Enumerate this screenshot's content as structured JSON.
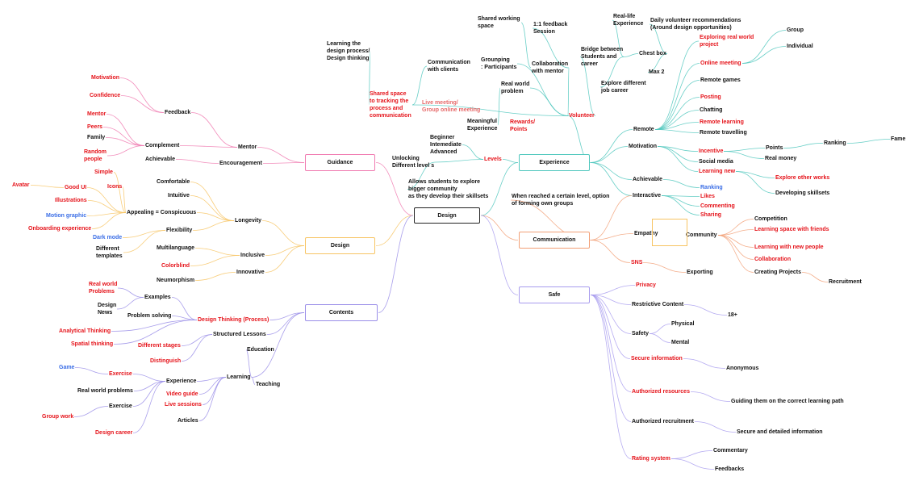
{
  "colors": {
    "default": "#111111",
    "red": "#e5131a",
    "blue": "#3b6ee6",
    "pink": "#e66a6a",
    "guidance": "#f07ab0",
    "design": "#f7c463",
    "contents": "#9a8ee8",
    "experience": "#4fc7bd",
    "communication": "#f2a077",
    "safe": "#a89cee",
    "root": "#222222"
  },
  "root": {
    "label": "Design"
  },
  "branches": [
    {
      "id": "guidance",
      "label": "Guidance"
    },
    {
      "id": "design",
      "label": "Design"
    },
    {
      "id": "contents",
      "label": "Contents"
    },
    {
      "id": "experience",
      "label": "Experience"
    },
    {
      "id": "communication",
      "label": "Communication"
    },
    {
      "id": "safe",
      "label": "Safe"
    }
  ],
  "labels": [
    {
      "id": "motivation_g",
      "text": "Motivation",
      "c": "red"
    },
    {
      "id": "confidence",
      "text": "Confidence",
      "c": "red"
    },
    {
      "id": "feedback",
      "text": "Feedback",
      "c": "default"
    },
    {
      "id": "mentor_r",
      "text": "Mentor",
      "c": "red"
    },
    {
      "id": "peers",
      "text": "Peers",
      "c": "red"
    },
    {
      "id": "family",
      "text": "Family",
      "c": "default"
    },
    {
      "id": "random_people",
      "text": "Random\npeople",
      "c": "red"
    },
    {
      "id": "complement",
      "text": "Complement",
      "c": "default"
    },
    {
      "id": "achievable_g",
      "text": "Achievable",
      "c": "default"
    },
    {
      "id": "mentor",
      "text": "Mentor",
      "c": "default"
    },
    {
      "id": "encouragement",
      "text": "Encouragement",
      "c": "default"
    },
    {
      "id": "learning_process",
      "text": "Learning the\ndesign process/\nDesign thinking",
      "c": "default"
    },
    {
      "id": "shared_space_track",
      "text": "Shared space\nto tracking the\nprocess and\ncommunication",
      "c": "red"
    },
    {
      "id": "comm_clients",
      "text": "Communication\nwith clients",
      "c": "default"
    },
    {
      "id": "live_meeting",
      "text": "Live meeting/\nGroup online meeting",
      "c": "pink"
    },
    {
      "id": "shared_working",
      "text": "Shared working\nspace",
      "c": "default"
    },
    {
      "id": "feedback_session",
      "text": "1:1 feedback\nSession",
      "c": "default"
    },
    {
      "id": "grouping",
      "text": "Grounping\n: Participants",
      "c": "default"
    },
    {
      "id": "collab_mentor",
      "text": "Collaboration\nwith mentor",
      "c": "default"
    },
    {
      "id": "real_world_problem",
      "text": "Real world\nproblem",
      "c": "default"
    },
    {
      "id": "meaningful",
      "text": "Meaningful\nExperience",
      "c": "default"
    },
    {
      "id": "rewards",
      "text": "Rewards/\nPoints",
      "c": "red"
    },
    {
      "id": "volunteer",
      "text": "Volunteer",
      "c": "red"
    },
    {
      "id": "real_life",
      "text": "Real-life\nExperience",
      "c": "default"
    },
    {
      "id": "daily_volunteer",
      "text": "Daily volunteer recommendations\n(Around design opportunities)",
      "c": "default"
    },
    {
      "id": "bridge",
      "text": "Bridge between\nStudents and\ncareer",
      "c": "default"
    },
    {
      "id": "chest_box",
      "text": "Chest box",
      "c": "default"
    },
    {
      "id": "max2",
      "text": "Max 2",
      "c": "default"
    },
    {
      "id": "explore_jobs",
      "text": "Explore different\njob career",
      "c": "default"
    },
    {
      "id": "levels_list",
      "text": "Beginner\nIntemediate\nAdvanced",
      "c": "default"
    },
    {
      "id": "levels",
      "text": "Levels",
      "c": "red"
    },
    {
      "id": "unlocking",
      "text": "Unlocking\nDifferent level s",
      "c": "default"
    },
    {
      "id": "allows",
      "text": "Allows students to explore\nbigger community\nas they develop their skillsets",
      "c": "default"
    },
    {
      "id": "when_reached",
      "text": "When reached a certain level, option\nof forming own groups",
      "c": "default"
    },
    {
      "id": "exploring_real",
      "text": "Exploring real world\nproject",
      "c": "red"
    },
    {
      "id": "online_meeting",
      "text": "Online meeting",
      "c": "red"
    },
    {
      "id": "group",
      "text": "Group",
      "c": "default"
    },
    {
      "id": "individual",
      "text": "Individual",
      "c": "default"
    },
    {
      "id": "remote_games",
      "text": "Remote games",
      "c": "default"
    },
    {
      "id": "posting",
      "text": "Posting",
      "c": "red"
    },
    {
      "id": "chatting",
      "text": "Chatting",
      "c": "default"
    },
    {
      "id": "remote_learning",
      "text": "Remote learning",
      "c": "red"
    },
    {
      "id": "remote_travelling",
      "text": "Remote travelling",
      "c": "default"
    },
    {
      "id": "remote",
      "text": "Remote",
      "c": "default"
    },
    {
      "id": "motivation_e",
      "text": "Motivation",
      "c": "default"
    },
    {
      "id": "incentive",
      "text": "Incentive",
      "c": "red"
    },
    {
      "id": "points",
      "text": "Points",
      "c": "default"
    },
    {
      "id": "ranking_top",
      "text": "Ranking",
      "c": "default"
    },
    {
      "id": "fame",
      "text": "Fame",
      "c": "default"
    },
    {
      "id": "real_money",
      "text": "Real money",
      "c": "default"
    },
    {
      "id": "social_media",
      "text": "Social media",
      "c": "default"
    },
    {
      "id": "learning_new",
      "text": "Learning new",
      "c": "red"
    },
    {
      "id": "explore_other",
      "text": "Explore other works",
      "c": "red"
    },
    {
      "id": "developing",
      "text": "Developing skillsets",
      "c": "default"
    },
    {
      "id": "achievable_e",
      "text": "Achievable",
      "c": "default"
    },
    {
      "id": "ranking_blue",
      "text": "Ranking",
      "c": "blue"
    },
    {
      "id": "interactive",
      "text": "Interactive",
      "c": "default"
    },
    {
      "id": "likes",
      "text": "Likes",
      "c": "red"
    },
    {
      "id": "commenting",
      "text": "Commenting",
      "c": "red"
    },
    {
      "id": "sharing",
      "text": "Sharing",
      "c": "red"
    },
    {
      "id": "empathy",
      "text": "Empathy",
      "c": "default"
    },
    {
      "id": "community",
      "text": "Community",
      "c": "default"
    },
    {
      "id": "competition",
      "text": "Competition",
      "c": "default"
    },
    {
      "id": "learning_friends",
      "text": "Learning space with friends",
      "c": "red"
    },
    {
      "id": "learning_people",
      "text": "Learning with new people",
      "c": "red"
    },
    {
      "id": "collaboration",
      "text": "Collaboration",
      "c": "red"
    },
    {
      "id": "creating_projects",
      "text": "Creating Projects",
      "c": "default"
    },
    {
      "id": "recruitment",
      "text": "Recruitment",
      "c": "default"
    },
    {
      "id": "sns",
      "text": "SNS",
      "c": "red"
    },
    {
      "id": "exporting",
      "text": "Exporting",
      "c": "default"
    },
    {
      "id": "privacy",
      "text": "Privacy",
      "c": "red"
    },
    {
      "id": "restrictive",
      "text": "Restrictive Content",
      "c": "default"
    },
    {
      "id": "eighteen",
      "text": "18+",
      "c": "default"
    },
    {
      "id": "safety",
      "text": "Safety",
      "c": "default"
    },
    {
      "id": "physical",
      "text": "Physical",
      "c": "default"
    },
    {
      "id": "mental",
      "text": "Mental",
      "c": "default"
    },
    {
      "id": "secure_info",
      "text": "Secure information",
      "c": "red"
    },
    {
      "id": "anonymous",
      "text": "Anonymous",
      "c": "default"
    },
    {
      "id": "authorized_res",
      "text": "Authorized resources",
      "c": "red"
    },
    {
      "id": "guiding",
      "text": "Guiding them on the correct learning path",
      "c": "default"
    },
    {
      "id": "authorized_rec",
      "text": "Authorized recruitment",
      "c": "default"
    },
    {
      "id": "secure_detailed",
      "text": "Secure and detailed information",
      "c": "default"
    },
    {
      "id": "rating",
      "text": "Rating system",
      "c": "red"
    },
    {
      "id": "commentary",
      "text": "Commentary",
      "c": "default"
    },
    {
      "id": "feedbacks",
      "text": "Feedbacks",
      "c": "default"
    },
    {
      "id": "avatar",
      "text": "Avatar",
      "c": "red"
    },
    {
      "id": "simple",
      "text": "Simple",
      "c": "red"
    },
    {
      "id": "good_ui",
      "text": "Good UI",
      "c": "red"
    },
    {
      "id": "icons",
      "text": "Icons",
      "c": "red"
    },
    {
      "id": "illustrations",
      "text": "Illustrations",
      "c": "red"
    },
    {
      "id": "motion_graphic",
      "text": "Motion graphic",
      "c": "blue"
    },
    {
      "id": "onboarding",
      "text": "Onboarding experience",
      "c": "red"
    },
    {
      "id": "comfortable",
      "text": "Comfortable",
      "c": "default"
    },
    {
      "id": "intuitive",
      "text": "Intuitive",
      "c": "default"
    },
    {
      "id": "appealing",
      "text": "Appealing = Conspicuous",
      "c": "default"
    },
    {
      "id": "longevity",
      "text": "Longevity",
      "c": "default"
    },
    {
      "id": "flexibility",
      "text": "Flexibility",
      "c": "default"
    },
    {
      "id": "dark_mode",
      "text": "Dark mode",
      "c": "blue"
    },
    {
      "id": "templates",
      "text": "Different\ntemplates",
      "c": "default"
    },
    {
      "id": "multilanguage",
      "text": "Multilanguage",
      "c": "default"
    },
    {
      "id": "inclusive",
      "text": "Inclusive",
      "c": "default"
    },
    {
      "id": "colorblind",
      "text": "Colorblind",
      "c": "red"
    },
    {
      "id": "innovative",
      "text": "Innovative",
      "c": "default"
    },
    {
      "id": "neumorphism",
      "text": "Neumorphism",
      "c": "default"
    },
    {
      "id": "real_world_problems",
      "text": "Real world\nProblems",
      "c": "red"
    },
    {
      "id": "examples",
      "text": "Examples",
      "c": "default"
    },
    {
      "id": "design_news",
      "text": "Design\nNews",
      "c": "default"
    },
    {
      "id": "problem_solving",
      "text": "Problem solving",
      "c": "default"
    },
    {
      "id": "design_thinking",
      "text": "Design Thinking (Process)",
      "c": "red"
    },
    {
      "id": "analytical",
      "text": "Analytical Thinking",
      "c": "red"
    },
    {
      "id": "spatial",
      "text": "Spatial thinking",
      "c": "red"
    },
    {
      "id": "structured",
      "text": "Structured Lessons",
      "c": "default"
    },
    {
      "id": "different_stages",
      "text": "Different stages",
      "c": "red"
    },
    {
      "id": "distinguish",
      "text": "Distinguish",
      "c": "red"
    },
    {
      "id": "education",
      "text": "Education",
      "c": "default"
    },
    {
      "id": "game",
      "text": "Game",
      "c": "blue"
    },
    {
      "id": "exercise_r",
      "text": "Exercise",
      "c": "red"
    },
    {
      "id": "experience_c",
      "text": "Experience",
      "c": "default"
    },
    {
      "id": "learning",
      "text": "Learning",
      "c": "default"
    },
    {
      "id": "teaching",
      "text": "Teaching",
      "c": "default"
    },
    {
      "id": "rw_problems",
      "text": "Real world problems",
      "c": "default"
    },
    {
      "id": "video_guide",
      "text": "Video guide",
      "c": "red"
    },
    {
      "id": "exercise",
      "text": "Exercise",
      "c": "default"
    },
    {
      "id": "live_sessions",
      "text": "Live sessions",
      "c": "red"
    },
    {
      "id": "group_work",
      "text": "Group work",
      "c": "red"
    },
    {
      "id": "articles",
      "text": "Articles",
      "c": "default"
    },
    {
      "id": "design_career",
      "text": "Design career",
      "c": "red"
    }
  ]
}
